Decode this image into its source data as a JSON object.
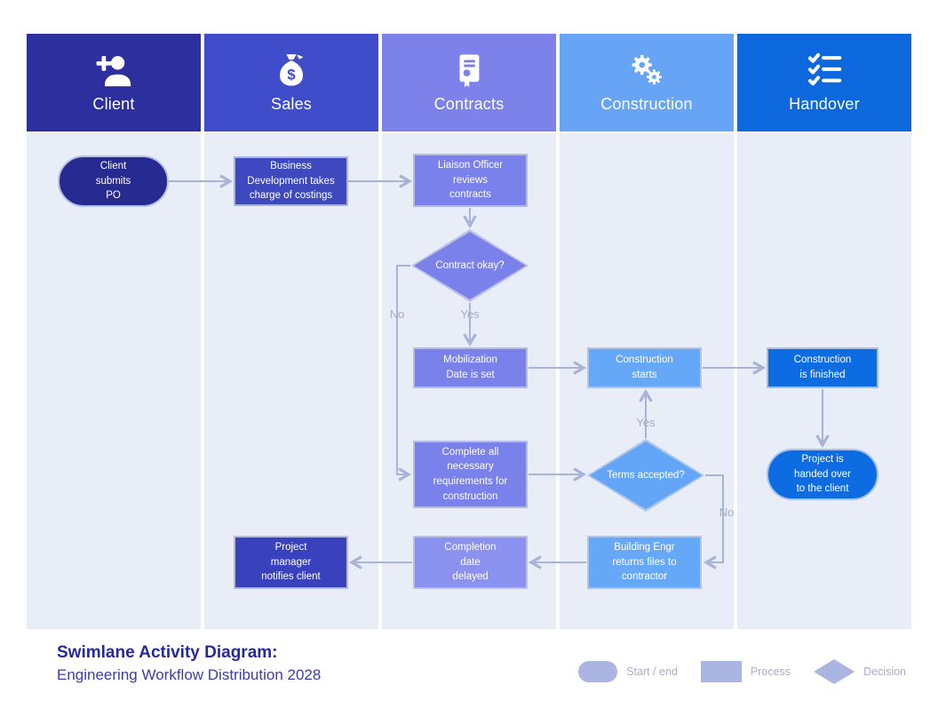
{
  "lanes": [
    {
      "label": "Client",
      "icon": "person-add-icon",
      "color": "#2e2f9e"
    },
    {
      "label": "Sales",
      "icon": "money-bag-icon",
      "color": "#404dcb"
    },
    {
      "label": "Contracts",
      "icon": "certificate-icon",
      "color": "#7c82e9"
    },
    {
      "label": "Construction",
      "icon": "gears-icon",
      "color": "#68a4f5"
    },
    {
      "label": "Handover",
      "icon": "checklist-icon",
      "color": "#0d68dd"
    }
  ],
  "nodes": {
    "client_po": {
      "text": "Client\nsubmits\nPO",
      "shape": "start-end"
    },
    "business_dev": {
      "text": "Business\nDevelopment takes\ncharge of costings",
      "shape": "process"
    },
    "liaison": {
      "text": "Liaison Officer\nreviews\ncontracts",
      "shape": "process"
    },
    "contract_okay": {
      "text": "Contract\nokay?",
      "shape": "decision"
    },
    "mobilization": {
      "text": "Mobilization\nDate is set",
      "shape": "process"
    },
    "construction_starts": {
      "text": "Construction\nstarts",
      "shape": "process"
    },
    "construction_finished": {
      "text": "Construction\nis finished",
      "shape": "process"
    },
    "complete_requirements": {
      "text": "Complete all\nnecessary\nrequirements for\nconstruction",
      "shape": "process"
    },
    "terms_accepted": {
      "text": "Terms\naccepted?",
      "shape": "decision"
    },
    "project_handed_over": {
      "text": "Project is\nhanded over\nto the client",
      "shape": "start-end"
    },
    "project_manager": {
      "text": "Project\nmanager\nnotifies client",
      "shape": "process"
    },
    "completion_delayed": {
      "text": "Completion\ndate\ndelayed",
      "shape": "process"
    },
    "building_engr": {
      "text": "Building Engr\nreturns files to\ncontractor",
      "shape": "process"
    }
  },
  "edge_labels": {
    "contract_no": "No",
    "contract_yes": "Yes",
    "terms_yes": "Yes",
    "terms_no": "No"
  },
  "footer": {
    "title": "Swimlane Activity Diagram:",
    "subtitle": "Engineering Workflow Distribution 2028"
  },
  "legend": {
    "items": [
      {
        "shape": "start-end",
        "label": "Start / end"
      },
      {
        "shape": "process",
        "label": "Process"
      },
      {
        "shape": "decision",
        "label": "Decision"
      }
    ],
    "shape_color": "#abb5e1"
  },
  "colors": {
    "lane_body": "#e8edf8",
    "arrow": "#a9b3d6",
    "title_text": "#29299a"
  }
}
